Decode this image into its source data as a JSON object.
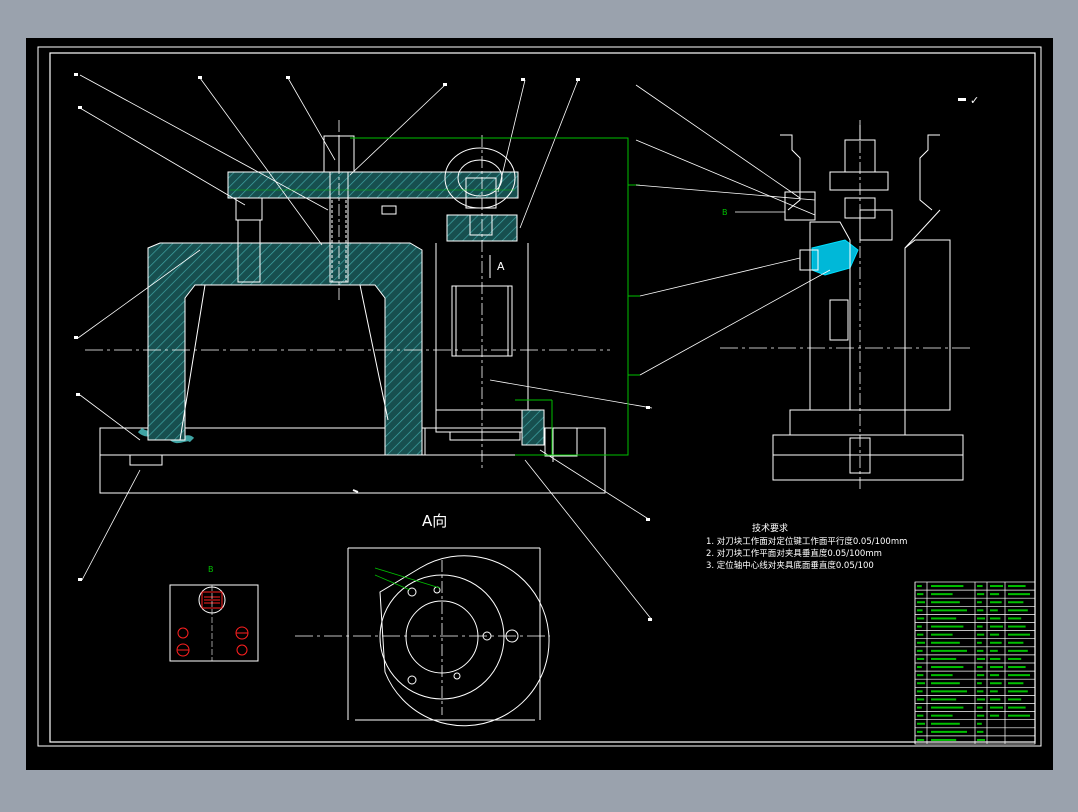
{
  "colors": {
    "background": "#9aa2ad",
    "sheet": "#000000",
    "line": "#ffffff",
    "hatch": "#2e8b8b",
    "dimension": "#00c000",
    "highlight": "#00d8ff",
    "hole": "#ff2020"
  },
  "drawing": {
    "view_label_a": "A",
    "view_title_a": "A向",
    "view_label_b_main": "B",
    "view_label_b_detail": "B",
    "roughness_symbol": "✓"
  },
  "requirements": {
    "title": "技术要求",
    "items": [
      "1. 对刀块工作面对定位键工作面平行度0.05/100mm",
      "2. 对刀块工作平面对夹具垂直度0.05/100mm",
      "3. 定位轴中心线对夹具底面垂直度0.05/100"
    ]
  }
}
